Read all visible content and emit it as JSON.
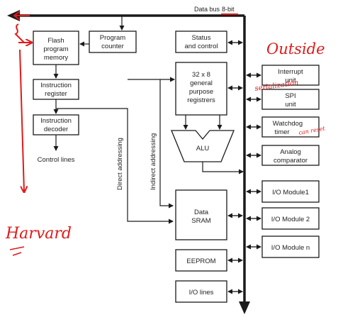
{
  "bus": {
    "label_main": "Data bus",
    "label_bits": "8-bit"
  },
  "blocks": {
    "flash": [
      "Flash",
      "program",
      "memory"
    ],
    "program_counter": [
      "Program",
      "counter"
    ],
    "status": [
      "Status",
      "and control"
    ],
    "instruction_register": [
      "Instruction",
      "register"
    ],
    "instruction_decoder": [
      "Instruction",
      "decoder"
    ],
    "control_lines": "Control lines",
    "gpr": [
      "32 x 8",
      "general",
      "purpose",
      "registrers"
    ],
    "alu": "ALU",
    "sram": [
      "Data",
      "SRAM"
    ],
    "eeprom": "EEPROM",
    "io_lines": "I/O lines",
    "interrupt": [
      "Interrupt",
      "unit"
    ],
    "spi": [
      "SPI",
      "unit"
    ],
    "watchdog": [
      "Watchdog",
      "timer"
    ],
    "analog": [
      "Analog",
      "comparator"
    ],
    "io1": "I/O Module1",
    "io2": "I/O Module 2",
    "ion": "I/O Module n"
  },
  "paths": {
    "direct": "Direct addressing",
    "indirect": "Indirect addressing"
  },
  "annotations": {
    "outside": "Outside",
    "harvard": "Harvard",
    "serialization": "serialization",
    "can_reset": "can reset"
  },
  "colors": {
    "ink": "#1a1a1a",
    "red": "#e01a1a"
  }
}
